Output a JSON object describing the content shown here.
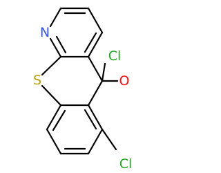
{
  "molecule": {
    "atoms": {
      "N": "N",
      "S": "S",
      "Cl1": "Cl",
      "O": "O",
      "Cl2": "Cl"
    },
    "colors": {
      "nitrogen": "#3050F8",
      "sulfur": "#B8A000",
      "chlorine": "#1FAA1F",
      "oxygen": "#FF0D0D",
      "bond": "#000000"
    }
  }
}
